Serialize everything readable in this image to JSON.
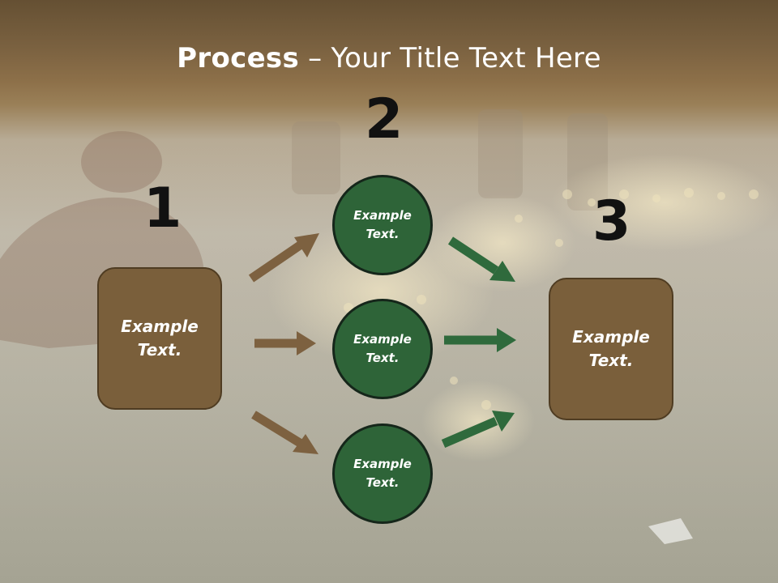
{
  "title": {
    "bold": "Process",
    "rest": " – Your Title Text Here"
  },
  "numbers": [
    "1",
    "2",
    "3"
  ],
  "left_box": {
    "line1": "Example",
    "line2": "Text."
  },
  "right_box": {
    "line1": "Example",
    "line2": "Text."
  },
  "circles": [
    {
      "line1": "Example",
      "line2": "Text."
    },
    {
      "line1": "Example",
      "line2": "Text."
    },
    {
      "line1": "Example",
      "line2": "Text."
    }
  ],
  "colors": {
    "brown_box": "#7a5f3b",
    "brown_arrow": "#7d6140",
    "green_circle": "#2e6438",
    "green_arrow": "#2f6a3c",
    "header": "#7a6140"
  }
}
